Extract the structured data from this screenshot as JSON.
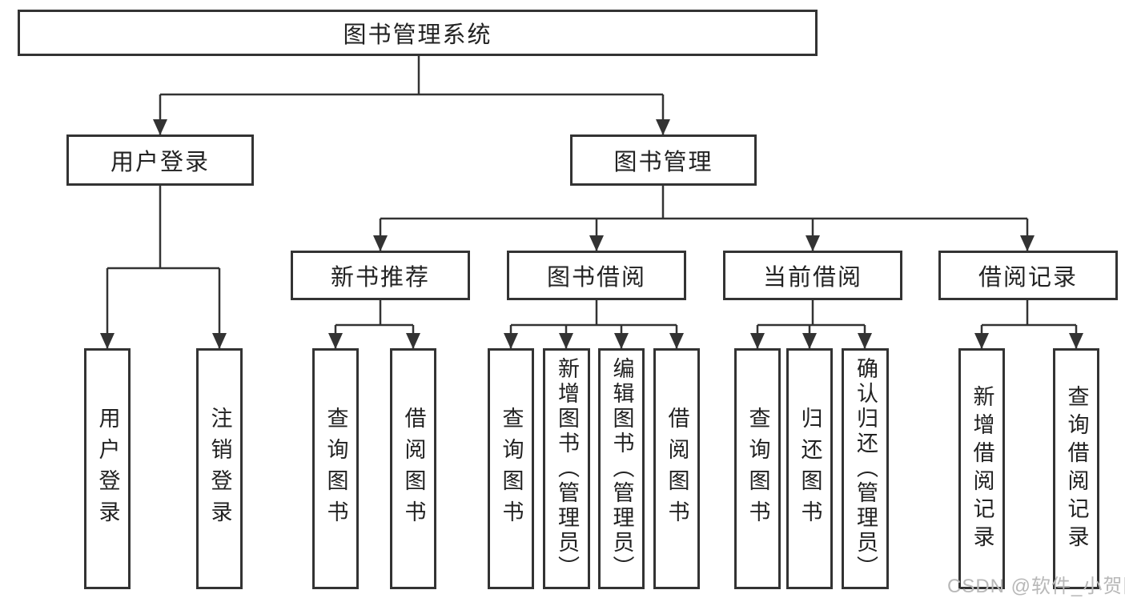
{
  "nodes": {
    "root": "图书管理系统",
    "user_login": "用户登录",
    "book_mgmt": "图书管理",
    "new_book_rec": "新书推荐",
    "book_borrow": "图书借阅",
    "current_borrow": "当前借阅",
    "borrow_record": "借阅记录",
    "leaf_user_login": "用户登录",
    "leaf_logout": "注销登录",
    "leaf_rec_query": "查询图书",
    "leaf_rec_borrow": "借阅图书",
    "leaf_bb_query": "查询图书",
    "leaf_bb_add": "新增图书（管理员）",
    "leaf_bb_edit": "编辑图书（管理员）",
    "leaf_bb_borrow": "借阅图书",
    "leaf_cb_query": "查询图书",
    "leaf_cb_return": "归还图书",
    "leaf_cb_confirm": "确认归还（管理员）",
    "leaf_br_add": "新增借阅记录",
    "leaf_br_query": "查询借阅记录"
  },
  "watermark": {
    "text": "CSDN @软件_小贺同学",
    "color": "#b8b8b8"
  },
  "colors": {
    "line": "#333333",
    "box_border": "#333333",
    "text": "#222222",
    "background": "#ffffff"
  }
}
